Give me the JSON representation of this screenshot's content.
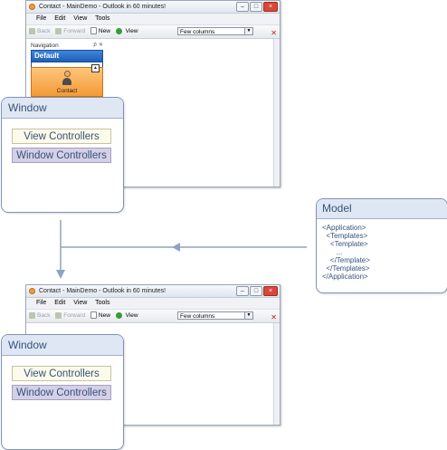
{
  "windows": [
    {
      "title": "Contact - MainDemo - Outlook in 60 minutes!",
      "menu": [
        "File",
        "Edit",
        "View",
        "Tools"
      ],
      "toolbar": {
        "back": "Back",
        "forward": "Forward",
        "new": "New",
        "view_label": "View",
        "view_value": "Few columns"
      },
      "navigation": {
        "header": "Navigation",
        "group": "Default",
        "item": "Contact"
      }
    },
    {
      "title": "Contact - MainDemo - Outlook in 60 minutes!",
      "menu": [
        "File",
        "Edit",
        "View",
        "Tools"
      ],
      "toolbar": {
        "back": "Back",
        "forward": "Forward",
        "new": "New",
        "view_label": "View",
        "view_value": "Few columns"
      }
    }
  ],
  "window_boxes": [
    {
      "title": "Window",
      "view_controllers": "View Controllers",
      "window_controllers": "Window Controllers"
    },
    {
      "title": "Window",
      "view_controllers": "View Controllers",
      "window_controllers": "Window Controllers"
    }
  ],
  "model": {
    "title": "Model",
    "lines": [
      "<Application>",
      "  <Templates>",
      "    <Template>",
      "       ...",
      "    </Template>",
      "  </Templates>",
      "</Application>"
    ]
  },
  "colors": {
    "accent": "#37527a",
    "box_border": "#7f93b2",
    "arrow": "#8ea3c4",
    "nav_blue": "#1f5fb5",
    "nav_orange": "#f39a37"
  }
}
